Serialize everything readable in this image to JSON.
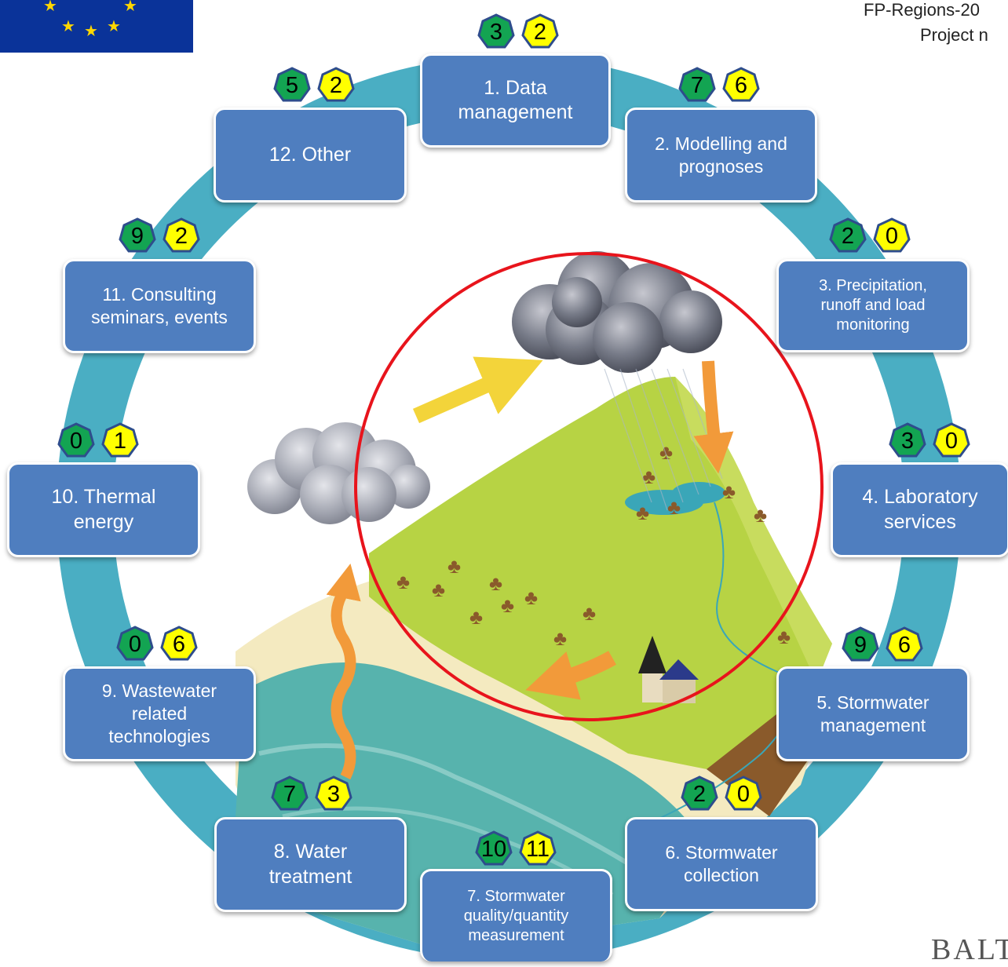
{
  "header": {
    "line1": "FP-Regions-20",
    "line2": "Project n"
  },
  "footer_logo": "BALTI",
  "colors": {
    "node_fill": "#4f7ebf",
    "ring": "#4aaec3",
    "badge_green": "#13a452",
    "badge_yellow": "#ffff00",
    "badge_border": "#2e4d8c",
    "highlight_circle": "#e8141c"
  },
  "nodes": [
    {
      "label": "1. Data\nmanagement",
      "green": "3",
      "yellow": "2"
    },
    {
      "label": "2. Modelling and\nprognoses",
      "green": "7",
      "yellow": "6"
    },
    {
      "label": "3. Precipitation,\nrunoff and load\nmonitoring",
      "green": "2",
      "yellow": "0"
    },
    {
      "label": "4. Laboratory\nservices",
      "green": "3",
      "yellow": "0"
    },
    {
      "label": "5. Stormwater\nmanagement",
      "green": "9",
      "yellow": "6"
    },
    {
      "label": "6. Stormwater\ncollection",
      "green": "2",
      "yellow": "0"
    },
    {
      "label": "7. Stormwater\nquality/quantity\nmeasurement",
      "green": "10",
      "yellow": "11"
    },
    {
      "label": "8. Water\ntreatment",
      "green": "7",
      "yellow": "3"
    },
    {
      "label": "9. Wastewater\nrelated\ntechnologies",
      "green": "0",
      "yellow": "6"
    },
    {
      "label": "10. Thermal\nenergy",
      "green": "0",
      "yellow": "1"
    },
    {
      "label": "11. Consulting\nseminars, events",
      "green": "9",
      "yellow": "2"
    },
    {
      "label": "12. Other",
      "green": "5",
      "yellow": "2"
    }
  ]
}
